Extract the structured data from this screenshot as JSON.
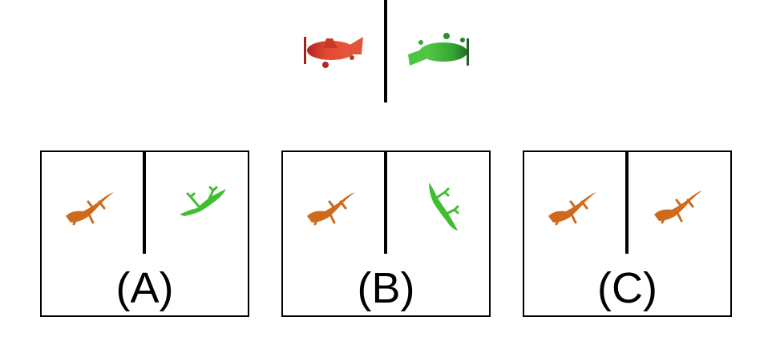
{
  "prompt": {
    "left_icon": "red-airplane-icon",
    "right_icon": "green-airplane-icon",
    "left_color": "#d9432e",
    "right_color": "#3db83a"
  },
  "options": [
    {
      "label": "(A)",
      "left_icon": "orange-lizard-icon",
      "right_icon": "green-lizard-icon",
      "left_color": "#cf6a1c",
      "right_color": "#3fbf2f"
    },
    {
      "label": "(B)",
      "left_icon": "orange-lizard-icon",
      "right_icon": "green-lizard-rotated-icon",
      "left_color": "#cf6a1c",
      "right_color": "#3fbf2f"
    },
    {
      "label": "(C)",
      "left_icon": "orange-lizard-icon",
      "right_icon": "orange-lizard-icon",
      "left_color": "#cf6a1c",
      "right_color": "#cf6a1c"
    }
  ]
}
